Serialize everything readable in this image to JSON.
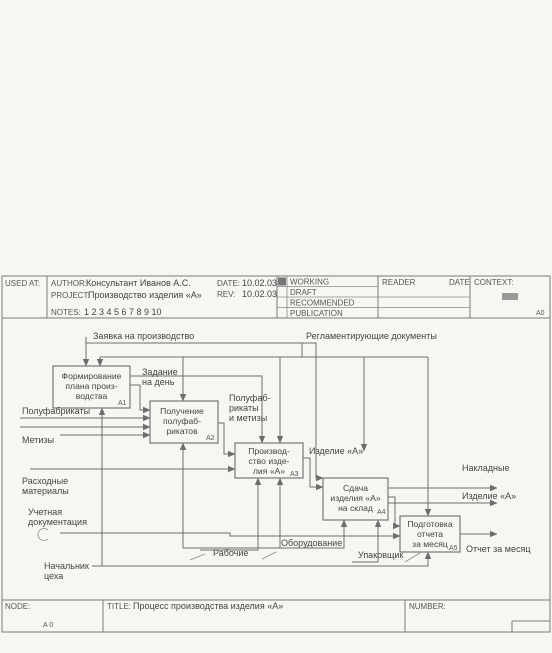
{
  "header": {
    "used_at": "USED AT:",
    "author_label": "AUTHOR:",
    "author": "Консультант Иванов А.С.",
    "project_label": "PROJECT:",
    "project": "Производство изделия «А»",
    "date_label": "DATE:",
    "date": "10.02.03",
    "rev_label": "REV:",
    "rev": "10.02.03",
    "notes_label": "NOTES:",
    "notes": "1 2 3 4 5 6 7 8 9 10",
    "status": [
      "WORKING",
      "DRAFT",
      "RECOMMENDED",
      "PUBLICATION"
    ],
    "reader_label": "READER",
    "reader_date_label": "DATE",
    "context_label": "CONTEXT:",
    "context_node": "A0"
  },
  "boxes": [
    {
      "lines": [
        "Формирование",
        "плана произ-",
        "водства"
      ],
      "id": "A1"
    },
    {
      "lines": [
        "Получение",
        "полуфаб-",
        "рикатов"
      ],
      "id": "A2"
    },
    {
      "lines": [
        "Производ-",
        "ство изде-",
        "лия «А»"
      ],
      "id": "A3"
    },
    {
      "lines": [
        "Сдача",
        "изделия «А»",
        "на склад"
      ],
      "id": "A4"
    },
    {
      "lines": [
        "Подготовка",
        "отчета",
        "за месяц"
      ],
      "id": "A5"
    }
  ],
  "labels": {
    "order": "Заявка на производство",
    "regulations": "Регламентирующие документы",
    "task": [
      "Задание",
      "на день"
    ],
    "semi_in": "Полуфабрикаты",
    "hardware": "Метизы",
    "semi_out": [
      "Полуфаб-",
      "рикаты",
      "и метизы"
    ],
    "consumables": [
      "Расходные",
      "материалы"
    ],
    "product_a3": "Изделие «А»",
    "invoices": "Накладные",
    "product_out": "Изделие «А»",
    "account_docs": [
      "Учетная",
      "документация"
    ],
    "equipment": "Оборудование",
    "workers": "Рабочие",
    "packer": "Упаковщик",
    "head": [
      "Начальник",
      "цеха"
    ],
    "report": "Отчет за месяц"
  },
  "footer": {
    "node_label": "NODE:",
    "node": "A 0",
    "title_label": "TITLE:",
    "title": "Процесс производства изделия «А»",
    "number_label": "NUMBER:"
  }
}
